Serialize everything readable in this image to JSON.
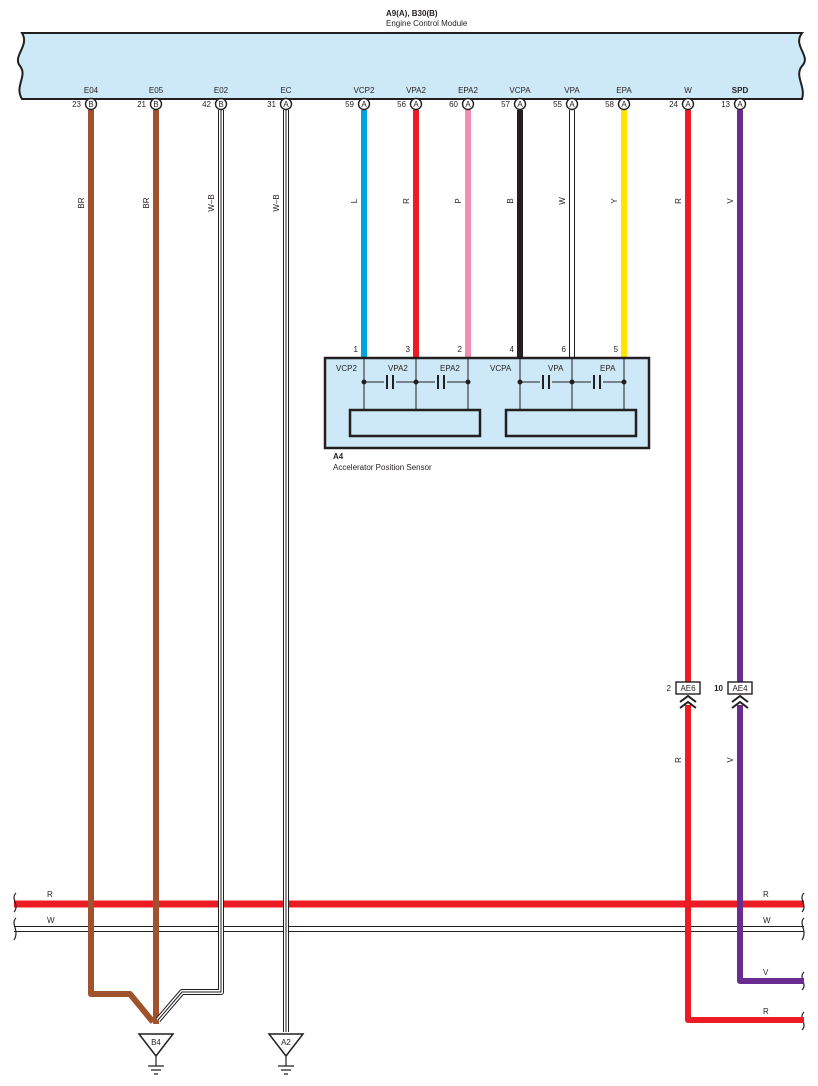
{
  "ecm": {
    "ref": "A9(A), B30(B)",
    "name": "Engine Control Module",
    "pins": [
      {
        "label": "E04",
        "num": "23",
        "conn": "B"
      },
      {
        "label": "E05",
        "num": "21",
        "conn": "B"
      },
      {
        "label": "E02",
        "num": "42",
        "conn": "B"
      },
      {
        "label": "EC",
        "num": "31",
        "conn": "A"
      },
      {
        "label": "VCP2",
        "num": "59",
        "conn": "A"
      },
      {
        "label": "VPA2",
        "num": "56",
        "conn": "A"
      },
      {
        "label": "EPA2",
        "num": "60",
        "conn": "A"
      },
      {
        "label": "VCPA",
        "num": "57",
        "conn": "A"
      },
      {
        "label": "VPA",
        "num": "55",
        "conn": "A"
      },
      {
        "label": "EPA",
        "num": "58",
        "conn": "A"
      },
      {
        "label": "W",
        "num": "24",
        "conn": "A"
      },
      {
        "label": "SPD",
        "num": "13",
        "conn": "A"
      }
    ]
  },
  "wires": {
    "e04": "BR",
    "e05": "BR",
    "e02": "W–B",
    "ec": "W–B",
    "vcp2": "L",
    "vpa2": "R",
    "epa2": "P",
    "vcpa": "B",
    "vpa": "W",
    "epa": "Y",
    "w": "R",
    "spd": "V",
    "w_lower": "R",
    "spd_lower": "V"
  },
  "sensor": {
    "ref": "A4",
    "name": "Accelerator Position Sensor",
    "pins": [
      "1",
      "3",
      "2",
      "4",
      "6",
      "5"
    ],
    "labels": [
      "VCP2",
      "VPA2",
      "EPA2",
      "VCPA",
      "VPA",
      "EPA"
    ]
  },
  "connectors": [
    {
      "pin": "2",
      "name": "AE6"
    },
    {
      "pin": "10",
      "name": "AE4"
    }
  ],
  "bus": {
    "r_left": "R",
    "r_right": "R",
    "w_left": "W",
    "w_right": "W",
    "v_out": "V",
    "r_out": "R"
  },
  "grounds": [
    "B4",
    "A2"
  ],
  "colors": {
    "module_fill": "#cde9f7",
    "brown": "#a0522d",
    "blue": "#00a2e0",
    "red": "#ed1c24",
    "pink": "#f08db6",
    "black": "#231f20",
    "yellow": "#ffe500",
    "purple": "#6a2c91",
    "white": "#ffffff"
  }
}
